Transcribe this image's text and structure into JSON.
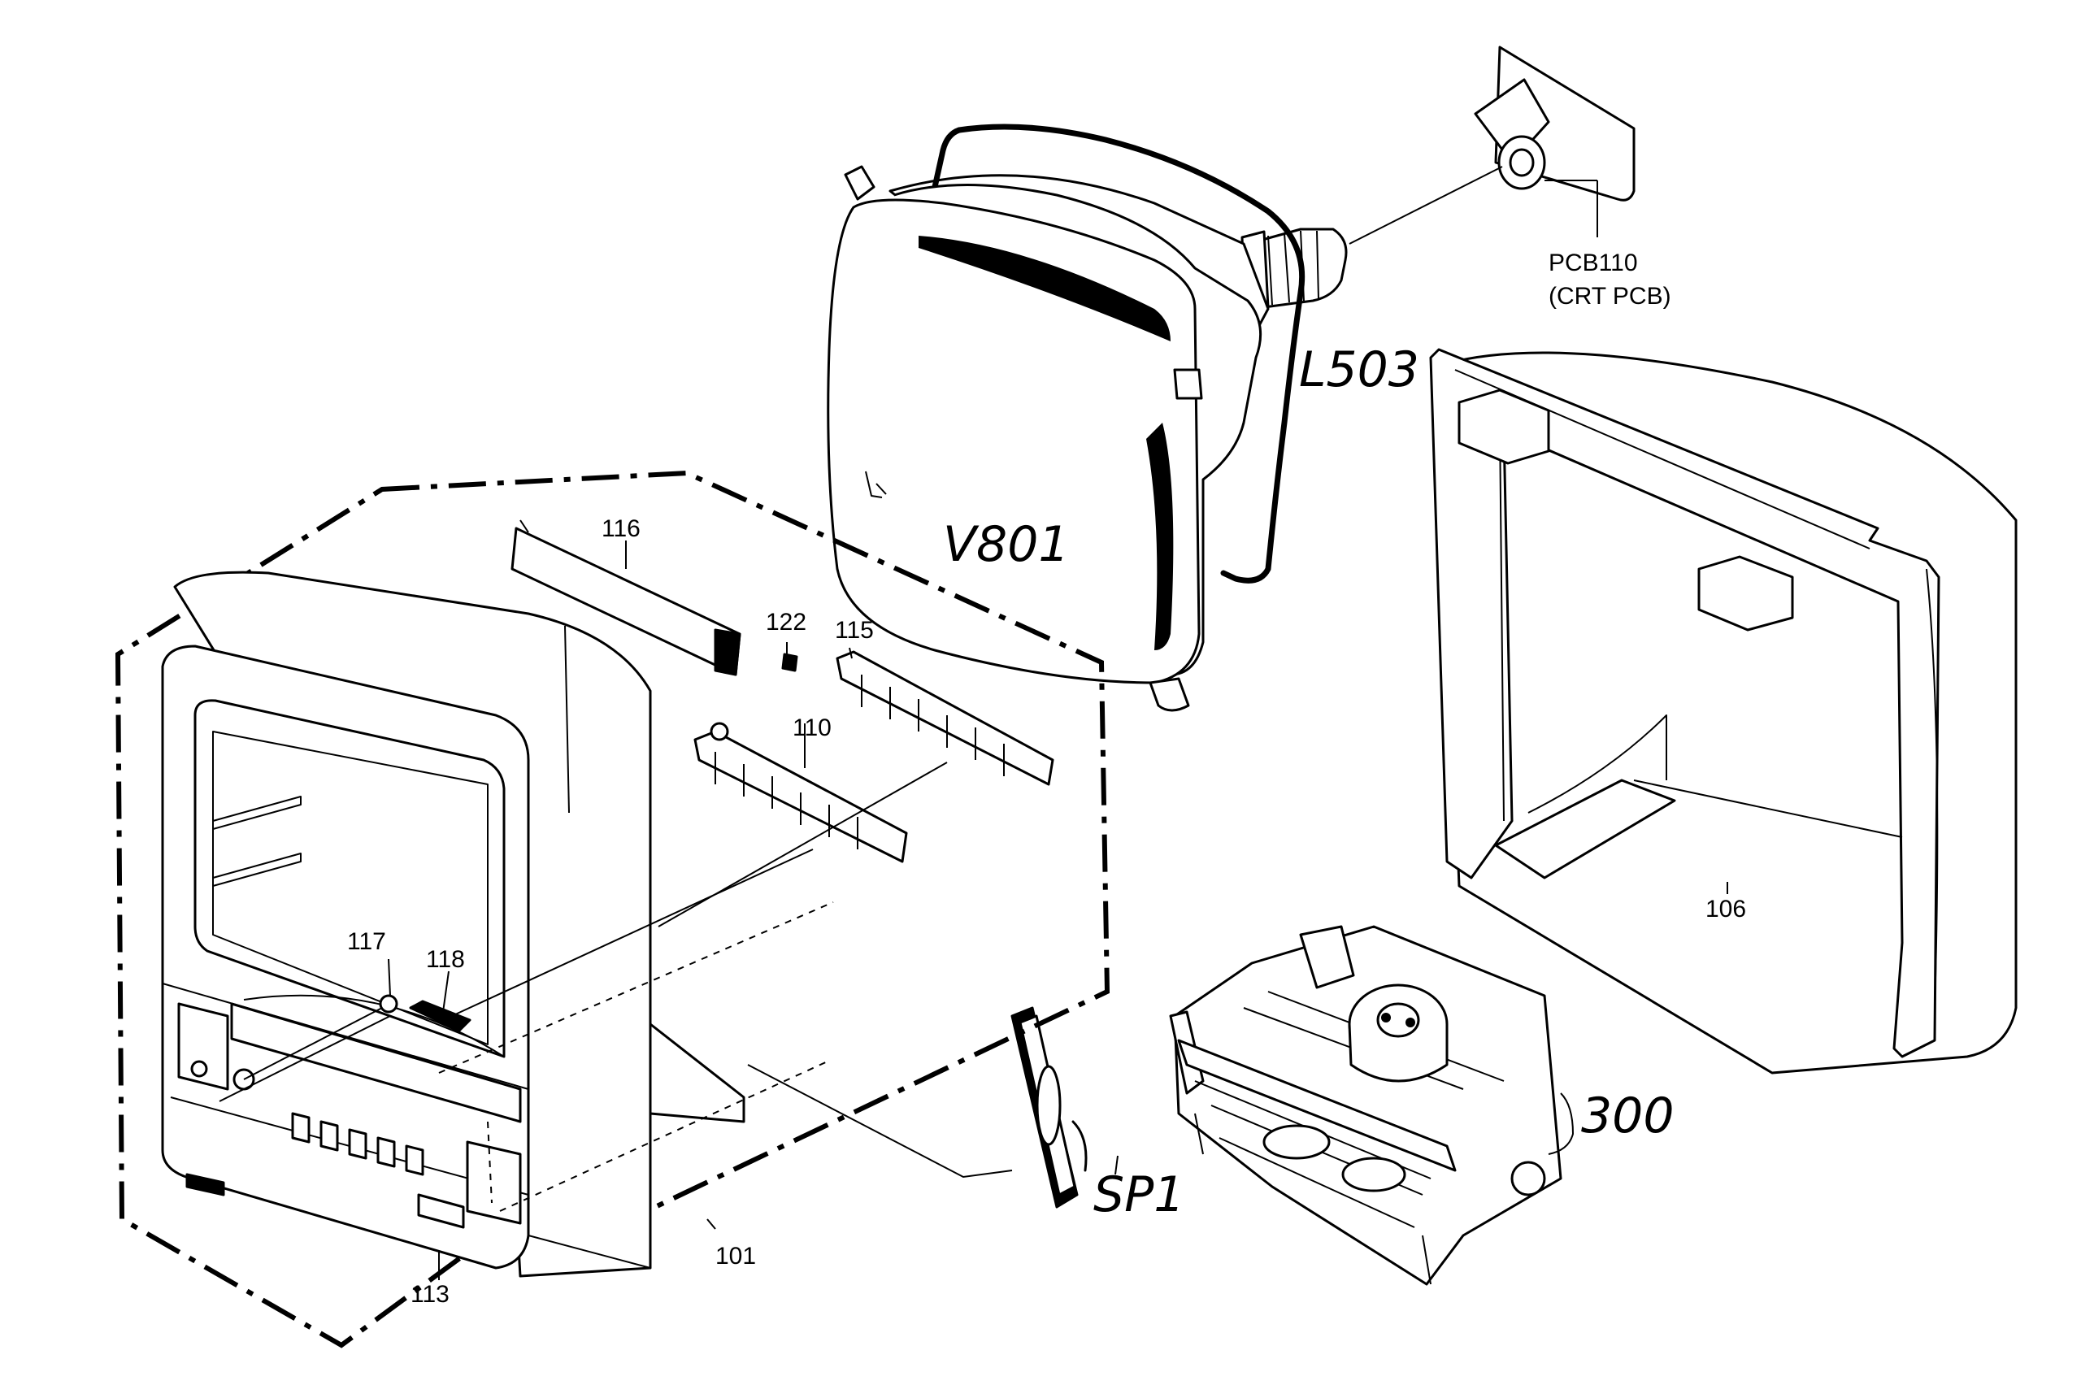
{
  "labels": {
    "pcb110": "PCB110",
    "crt_pcb": "(CRT PCB)",
    "l503": "L503",
    "v801": "V801",
    "p116": "116",
    "p122": "122",
    "p115": "115",
    "p110": "110",
    "p117": "117",
    "p118": "118",
    "p106": "106",
    "p300": "300",
    "sp1": "SP1",
    "p101": "101",
    "p113": "113"
  }
}
